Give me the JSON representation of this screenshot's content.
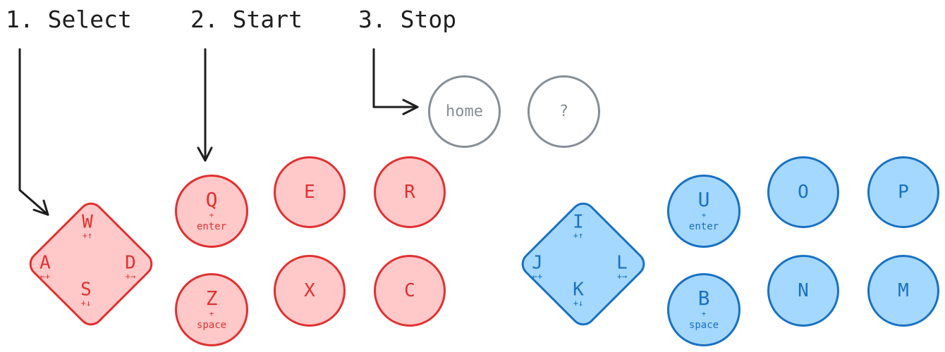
{
  "steps": [
    {
      "label": "1. Select"
    },
    {
      "label": "2. Start"
    },
    {
      "label": "3. Stop"
    }
  ],
  "system_buttons": {
    "home": "home",
    "help": "?"
  },
  "player1": {
    "color": "#e03131",
    "fill": "#ffc9c9",
    "dpad": {
      "up": {
        "key": "W",
        "hint": "+↑"
      },
      "left": {
        "key": "A",
        "hint": "←+"
      },
      "right": {
        "key": "D",
        "hint": "+→"
      },
      "down": {
        "key": "S",
        "hint": "+↓"
      }
    },
    "buttons": [
      {
        "key": "Q",
        "plus": "+",
        "sub": "enter"
      },
      {
        "key": "E"
      },
      {
        "key": "R"
      },
      {
        "key": "Z",
        "plus": "+",
        "sub": "space"
      },
      {
        "key": "X"
      },
      {
        "key": "C"
      }
    ]
  },
  "player2": {
    "color": "#1971c2",
    "fill": "#a5d8ff",
    "dpad": {
      "up": {
        "key": "I",
        "hint": "+↑"
      },
      "left": {
        "key": "J",
        "hint": "←+"
      },
      "right": {
        "key": "L",
        "hint": "+→"
      },
      "down": {
        "key": "K",
        "hint": "+↓"
      }
    },
    "buttons": [
      {
        "key": "U",
        "plus": "+",
        "sub": "enter"
      },
      {
        "key": "O"
      },
      {
        "key": "P"
      },
      {
        "key": "B",
        "plus": "+",
        "sub": "space"
      },
      {
        "key": "N"
      },
      {
        "key": "M"
      }
    ]
  }
}
